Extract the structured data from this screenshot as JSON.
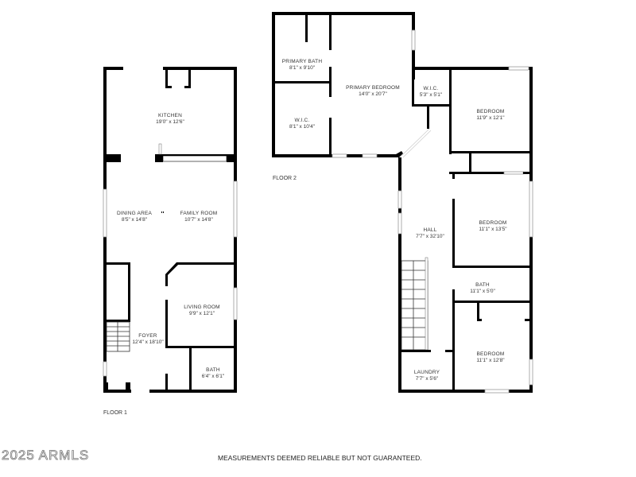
{
  "floors": [
    {
      "label": "FLOOR 1",
      "rooms": [
        {
          "name": "KITCHEN",
          "dims": "19'0\" x 12'6\""
        },
        {
          "name": "DINING AREA",
          "dims": "8'5\" x 14'8\""
        },
        {
          "name": "FAMILY ROOM",
          "dims": "10'7\" x 14'8\""
        },
        {
          "name": "LIVING ROOM",
          "dims": "9'9\" x 12'1\""
        },
        {
          "name": "FOYER",
          "dims": "12'4\" x 18'10\""
        },
        {
          "name": "BATH",
          "dims": "6'4\" x 6'1\""
        }
      ]
    },
    {
      "label": "FLOOR 2",
      "rooms": [
        {
          "name": "PRIMARY BATH",
          "dims": "8'1\" x 9'10\""
        },
        {
          "name": "W.I.C.",
          "dims": "8'1\" x 10'4\""
        },
        {
          "name": "PRIMARY BEDROOM",
          "dims": "14'0\" x 20'7\""
        },
        {
          "name": "W.I.C.",
          "dims": "5'3\" x 5'1\""
        },
        {
          "name": "BEDROOM",
          "dims": "11'9\" x 12'1\""
        },
        {
          "name": "HALL",
          "dims": "7'7\" x 32'10\""
        },
        {
          "name": "BEDROOM",
          "dims": "11'1\" x 13'5\""
        },
        {
          "name": "BATH",
          "dims": "11'1\" x 5'0\""
        },
        {
          "name": "BEDROOM",
          "dims": "11'1\" x 12'8\""
        },
        {
          "name": "LAUNDRY",
          "dims": "7'7\" x 5'6\""
        }
      ]
    }
  ],
  "footer": {
    "watermark": "2025 ARMLS",
    "disclaimer": "MEASUREMENTS DEEMED RELIABLE BUT NOT GUARANTEED."
  }
}
